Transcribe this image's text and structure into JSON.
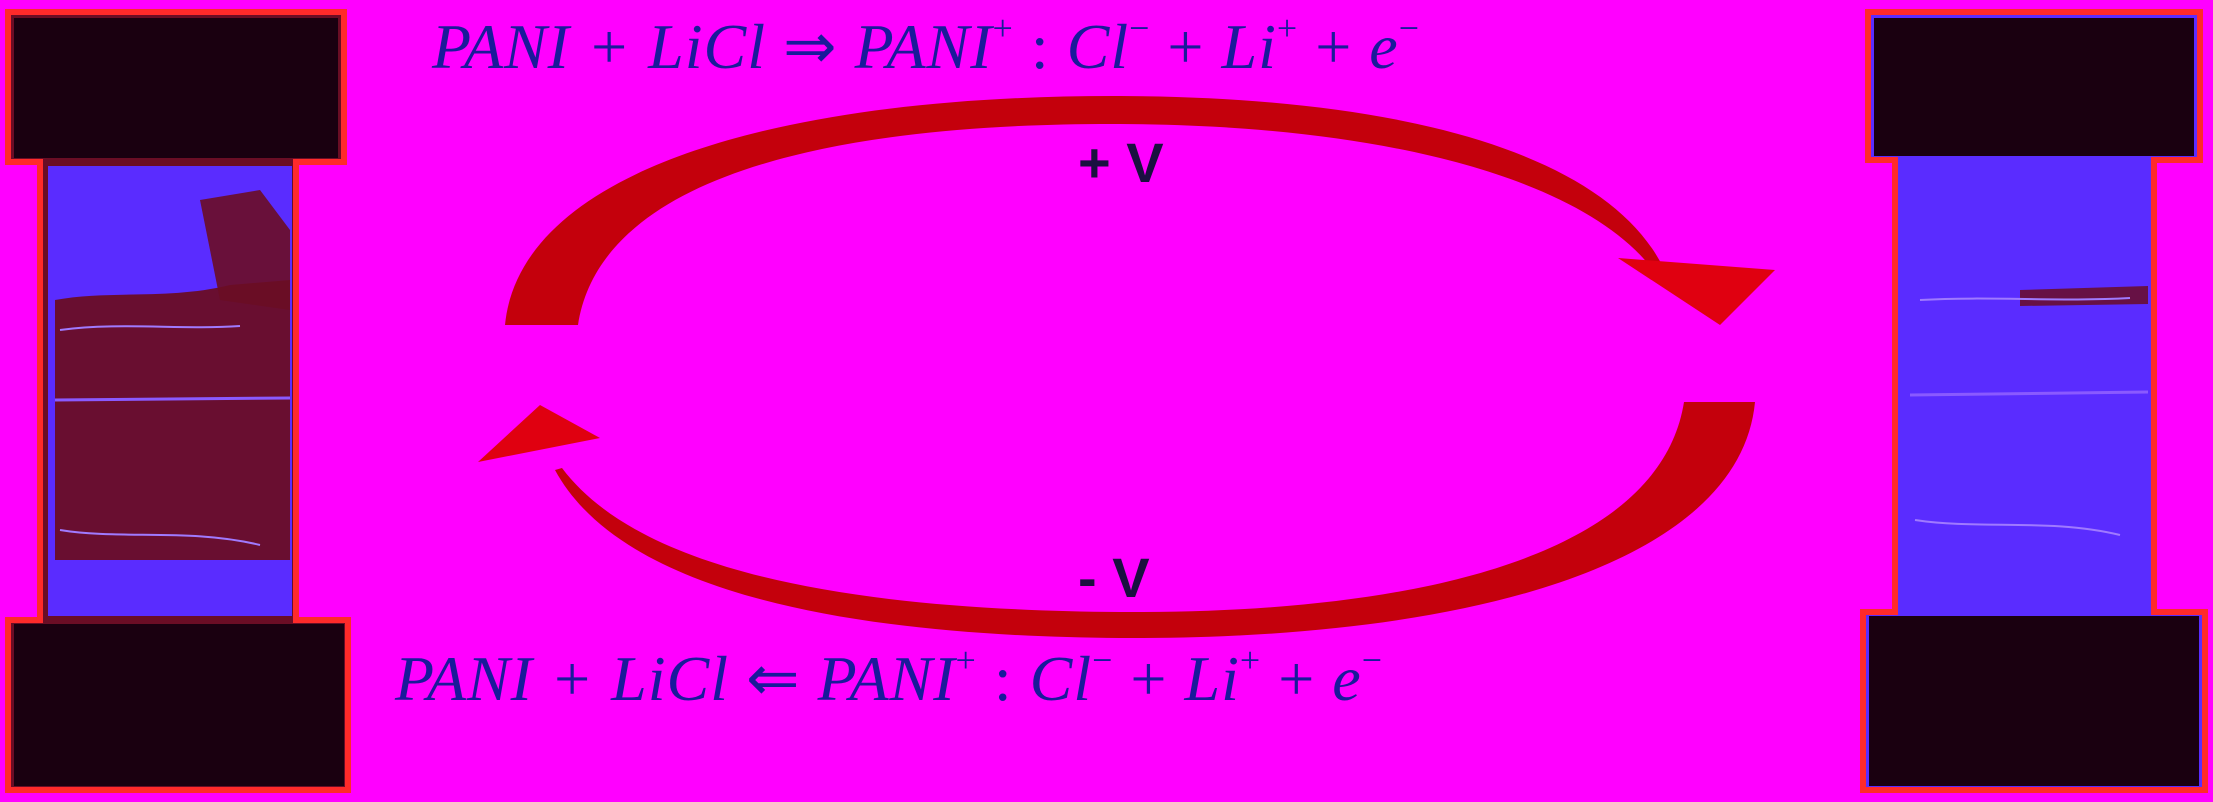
{
  "equations": {
    "oxidation": {
      "left": "PANI + LiCl",
      "arrow": "⇒",
      "pani": "PANI",
      "pani_sup": "+",
      "colon": " : ",
      "cl": "Cl",
      "cl_sup": "−",
      "plus1": " + ",
      "li": "Li",
      "li_sup": "+",
      "plus2": " + ",
      "e": "e",
      "e_sup": "−"
    },
    "reduction": {
      "left": "PANI + LiCl",
      "arrow": "⇐",
      "pani": "PANI",
      "pani_sup": "+",
      "colon": " : ",
      "cl": "Cl",
      "cl_sup": "−",
      "plus1": " + ",
      "li": "Li",
      "li_sup": "+",
      "plus2": " + ",
      "e": "e",
      "e_sup": "−"
    }
  },
  "voltages": {
    "positive": "+ V",
    "negative": "- V"
  },
  "colors": {
    "background": "#ff00ff",
    "arrow": "#e00010",
    "film_body": "#5a2cff",
    "film_dark": "#6a0d25",
    "clamp": "#1a0010",
    "outline": "#ff2a2a",
    "text": "#1a1a9a"
  }
}
